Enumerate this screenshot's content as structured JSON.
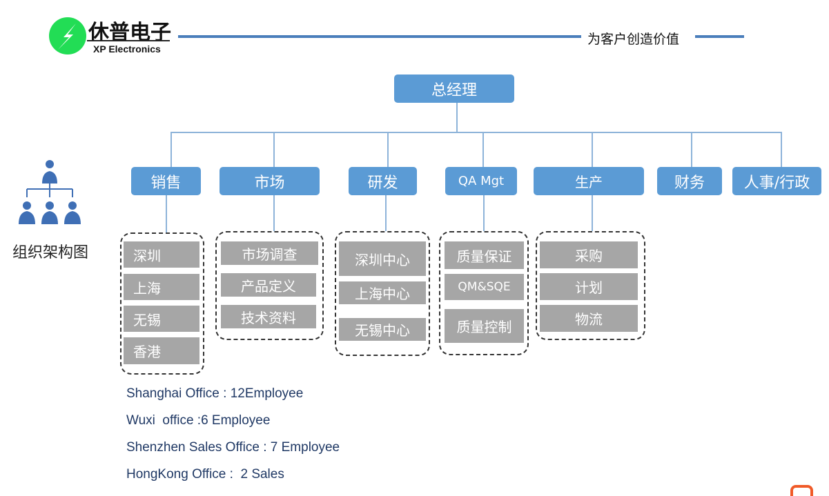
{
  "header": {
    "brand_cn": "休普电子",
    "brand_en": "XP Electronics",
    "slogan": "为客户创造价值",
    "accent": "#4a7ebb",
    "logo_color": "#22dd55"
  },
  "sidebar": {
    "title": "组织架构图"
  },
  "chart": {
    "root": "总经理",
    "departments": [
      "销售",
      "市场",
      "研发",
      "QA Mgt",
      "生产",
      "财务",
      "人事/行政"
    ],
    "groups": [
      [
        "深圳",
        "上海",
        "无锡",
        "香港"
      ],
      [
        "市场调查",
        "产品定义",
        "技术资料"
      ],
      [
        "深圳中心",
        "上海中心",
        "无锡中心"
      ],
      [
        "质量保证",
        "QM&SQE",
        "质量控制"
      ],
      [
        "采购",
        "计划",
        "物流"
      ]
    ]
  },
  "notes": [
    "Shanghai Office : 12Employee",
    "Wuxi  office :6 Employee",
    "Shenzhen Sales Office : 7 Employee",
    "HongKong Office :  2 Sales"
  ]
}
